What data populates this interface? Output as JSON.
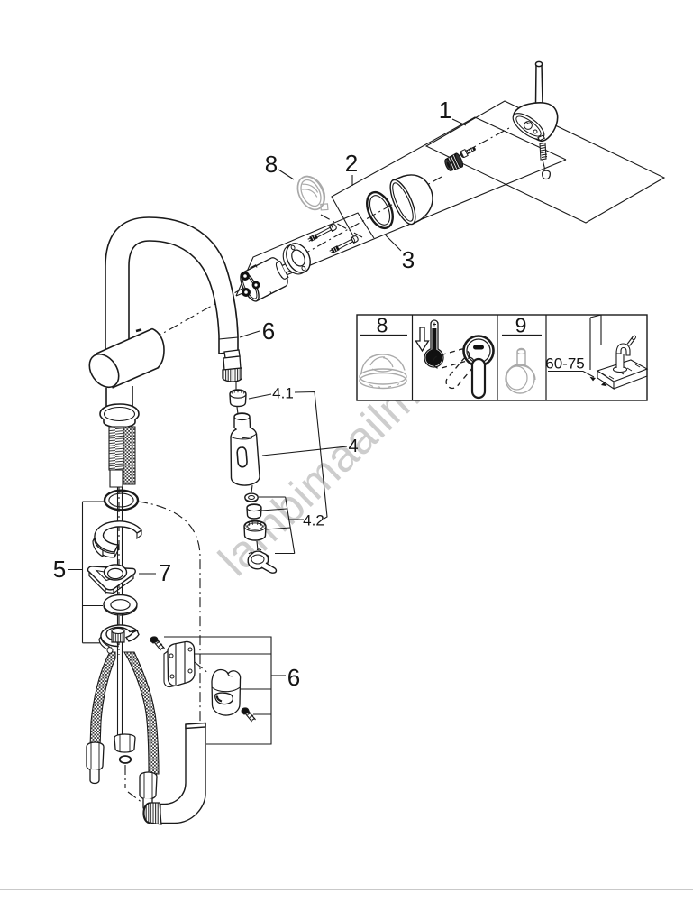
{
  "diagram": {
    "kind": "exploded parts diagram",
    "watermark": {
      "text": "lambimaailm.ee",
      "color": "#cbcbcb"
    },
    "part_labels": {
      "p1": "1",
      "p2": "2",
      "p3": "3",
      "p4": "4",
      "p4_1": "4.1",
      "p4_2": "4.2",
      "p5": "5",
      "p6_hose": "6",
      "p6_weight": "6",
      "p7": "7",
      "p8": "8"
    },
    "inset": {
      "panel8_label": "8",
      "panel9_label": "9",
      "dimension_text": "60-75"
    },
    "colors": {
      "line": "#1a1a1a",
      "muted_part": "#a9a9a9",
      "watermark": "#cbcbcb",
      "background": "#ffffff",
      "footer_rule": "#c9c9c9"
    }
  }
}
